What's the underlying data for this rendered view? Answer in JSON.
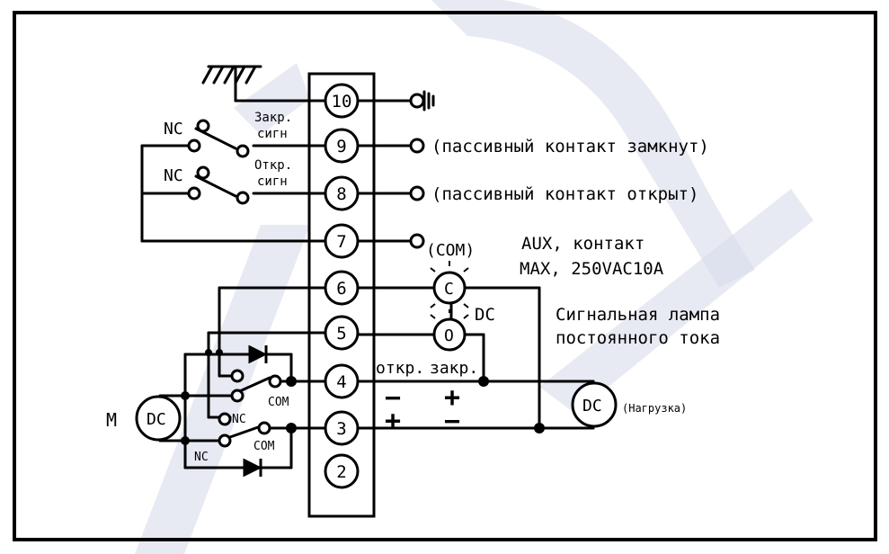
{
  "terminals": [
    "10",
    "9",
    "8",
    "7",
    "6",
    "5",
    "4",
    "3",
    "2"
  ],
  "labels": {
    "nc_top": "NC",
    "nc_mid": "NC",
    "zakr_1": "Закр.",
    "zakr_2": "сигн",
    "otkr_1": "Откр.",
    "otkr_2": "сигн",
    "passive_closed": "(пассивный контакт замкнут)",
    "passive_open": "(пассивный контакт открыт)",
    "com_7": "(COM)",
    "aux_1": "AUX, контакт",
    "aux_2": "MAX, 250VAC10A",
    "c_label": "C",
    "o_label": "O",
    "dc_label": "DC",
    "lamp_1": "Сигнальная лампа",
    "lamp_2": "постоянного тока",
    "otkr": "откр.",
    "zakr": "закр.",
    "minus_left": "−",
    "plus_right": "+",
    "plus_left": "+",
    "minus_right": "−",
    "motor_m": "M",
    "motor_dc": "DC",
    "load_dc": "DC",
    "load_label": "(Нагрузка)",
    "com_4": "COM",
    "com_3": "COM",
    "nc_4": "NC",
    "nc_3": "NC"
  },
  "colors": {
    "line": "#000000",
    "watermark": "#d6d9ea"
  }
}
